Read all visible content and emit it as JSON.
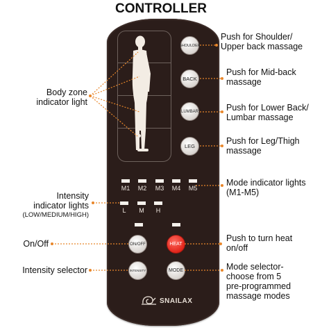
{
  "title": "CONTROLLER",
  "buttons": {
    "shoulder": "SHOULDER",
    "back": "BACK",
    "lumbar": "LUMBAR",
    "leg": "LEG",
    "onoff": "ON/OFF",
    "heat": "HEAT",
    "intensity": "INTENSITY",
    "mode": "MODE"
  },
  "mode_labels": [
    "M1",
    "M2",
    "M3",
    "M4",
    "M5"
  ],
  "intensity_labels": [
    "L",
    "M",
    "H"
  ],
  "brand": "SNAILAX",
  "callouts": {
    "shoulder_l1": "Push for Shoulder/",
    "shoulder_l2": "Upper back massage",
    "back_l1": "Push for Mid-back",
    "back_l2": "massage",
    "lumbar_l1": "Push for Lower Back/",
    "lumbar_l2": "Lumbar massage",
    "leg_l1": "Push for Leg/Thigh",
    "leg_l2": "massage",
    "mode_ind_l1": "Mode indicator lights",
    "mode_ind_l2": "(M1-M5)",
    "heat_l1": "Push to turn heat",
    "heat_l2": "on/off",
    "mode_sel_l1": "Mode selector-",
    "mode_sel_l2": "choose from 5",
    "mode_sel_l3": "pre-programmed",
    "mode_sel_l4": "massage modes",
    "body_zone_l1": "Body zone",
    "body_zone_l2": "indicator light",
    "intensity_ind_l1": "Intensity",
    "intensity_ind_l2": "indicator lights",
    "intensity_ind_l3": "(LOW/MEDIUM/HIGH)",
    "onoff": "On/Off",
    "intensity_sel": "Intensity selector"
  },
  "colors": {
    "remote_body": "#2b1d1a",
    "leader_line": "#e8862a",
    "heat_button": "#e1251b",
    "indicator": "#f5f1ec"
  }
}
